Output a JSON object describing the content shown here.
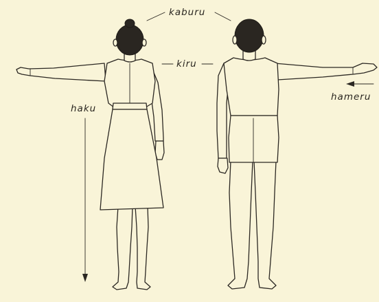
{
  "labels": {
    "kaburu": "kaburu",
    "kiru": "kiru",
    "haku": "haku",
    "hameru": "hameru"
  },
  "colors": {
    "background": "#f9f4d8",
    "ink": "#2b2722",
    "hair": "#2a2621"
  }
}
